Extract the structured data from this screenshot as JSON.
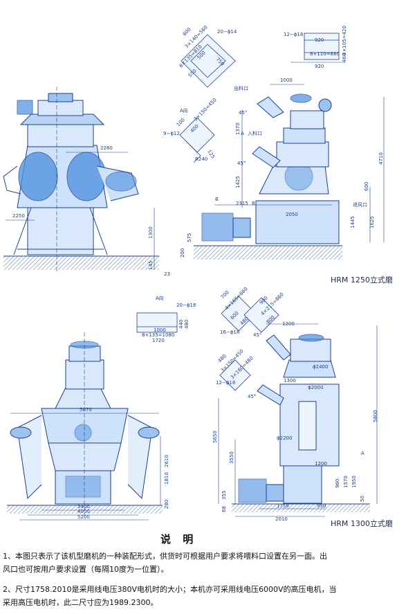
{
  "colors": {
    "line": "#1b3f8f",
    "fill": "#4a8fe0",
    "ground": "#7aa7dd",
    "text": "#111111"
  },
  "top": {
    "caption": "HRM 1250立式磨",
    "page_number": "23",
    "view_a": "A向",
    "view_b1": "B",
    "view_b2": "B",
    "discharge_port": "出料口",
    "feed_a": "A",
    "feed_port": "入料口",
    "air_inlet": "进风口",
    "d_2280": "2280",
    "d_2250": "2250",
    "d_1300": "1300",
    "d_145": "145",
    "d_600a": "600",
    "d_3x140": "3×140=560",
    "d_20phi14": "20−ϕ14",
    "d_500": "500",
    "d_750": "750",
    "d_6x135": "6×135=810",
    "d_550": "550",
    "d_12phi18": "12−ϕ18",
    "d_4x105": "4×105=420",
    "d_920a": "920",
    "d_8x110": "8×110=880",
    "d_460": "460",
    "d_920b": "920",
    "d_100a": "100",
    "d_3x150": "3×150=450",
    "d_400": "400",
    "d_9phi12": "9−ϕ12",
    "d_125": "125",
    "d_r240": "R240",
    "d_1000": "1000",
    "d_45a": "45°",
    "d_45b": "45°",
    "d_1370": "1370",
    "d_1425": "1425",
    "d_4710": "4710",
    "d_600b": "600",
    "d_2315": "2315",
    "d_2050": "2050",
    "d_575": "575",
    "d_200": "200",
    "d_1445": "1445",
    "d_1625": "1625"
  },
  "bottom": {
    "caption": "HRM 1300立式磨",
    "view_a": "A向",
    "d_20phi18": "20−ϕ18",
    "d_1000": "1000",
    "d_440": "440",
    "d_480": "480",
    "d_8x135": "8×135=1080",
    "d_1720": "1720",
    "d_700": "700",
    "d_4x165": "4×165=660",
    "d_600": "600",
    "d_480b": "480",
    "d_900": "900",
    "d_4x215": "4×215=860",
    "d_800": "800",
    "d_16phi18": "16−ϕ18",
    "d_1200a": "1200",
    "d_45a": "45°",
    "d_480c": "480",
    "d_3x150": "3×150=450",
    "d_3x160": "3×160=480",
    "d_12phi18": "12−ϕ18",
    "d_2400": "ϕ2400",
    "d_1300": "1300",
    "d_2000": "ϕ2000",
    "d_45b": "45°",
    "d_5650": "5650",
    "d_3550": "3550",
    "d_2200": "ϕ2200",
    "d_5800": "5800",
    "d_1200b": "1200",
    "d_a": "A",
    "d_960": "960",
    "d_1570": "1570",
    "d_1950": "1950",
    "d_50": "50",
    "d_68": "68",
    "d_355": "355",
    "d_1758": "1758",
    "d_950": "950",
    "d_2010": "2010",
    "d_5070": "5070",
    "d_2610": "2610",
    "d_1810": "1810",
    "d_280": "280",
    "d_3400": "3400",
    "d_4000": "4000",
    "d_5200": "5200"
  },
  "notes": {
    "title": "说 明",
    "line1": "1、本图只表示了该机型磨机的一种装配形式，供货时可根据用户要求将喂料口设置在另一面。出",
    "line2": "风口也可按用户要求设置（每隔10度为一位置）。",
    "line3": "2、尺寸1758.2010是采用线电压380V电机时的大小；本机亦可采用线电压6000V的高压电机，当",
    "line4": "采用高压电机时，此二尺寸应为1989.2300。"
  }
}
